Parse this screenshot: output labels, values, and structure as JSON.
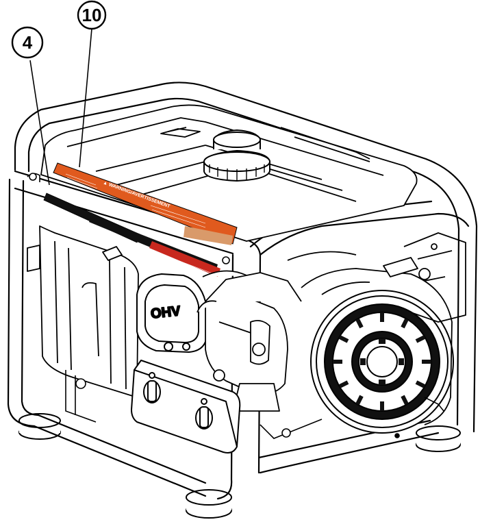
{
  "callouts": [
    {
      "id": "callout-4",
      "number": "4"
    },
    {
      "id": "callout-10",
      "number": "10"
    }
  ],
  "engine_badge": "OHV",
  "decals": {
    "warning_title": "▲ WARNING/AVERTISSEMENT"
  },
  "colors": {
    "line": "#000000",
    "background": "#ffffff",
    "warning_orange": "#e05a1e",
    "decal_black": "#111111",
    "decal_red": "#c8281e",
    "decal_blur": "#d99a6a"
  }
}
